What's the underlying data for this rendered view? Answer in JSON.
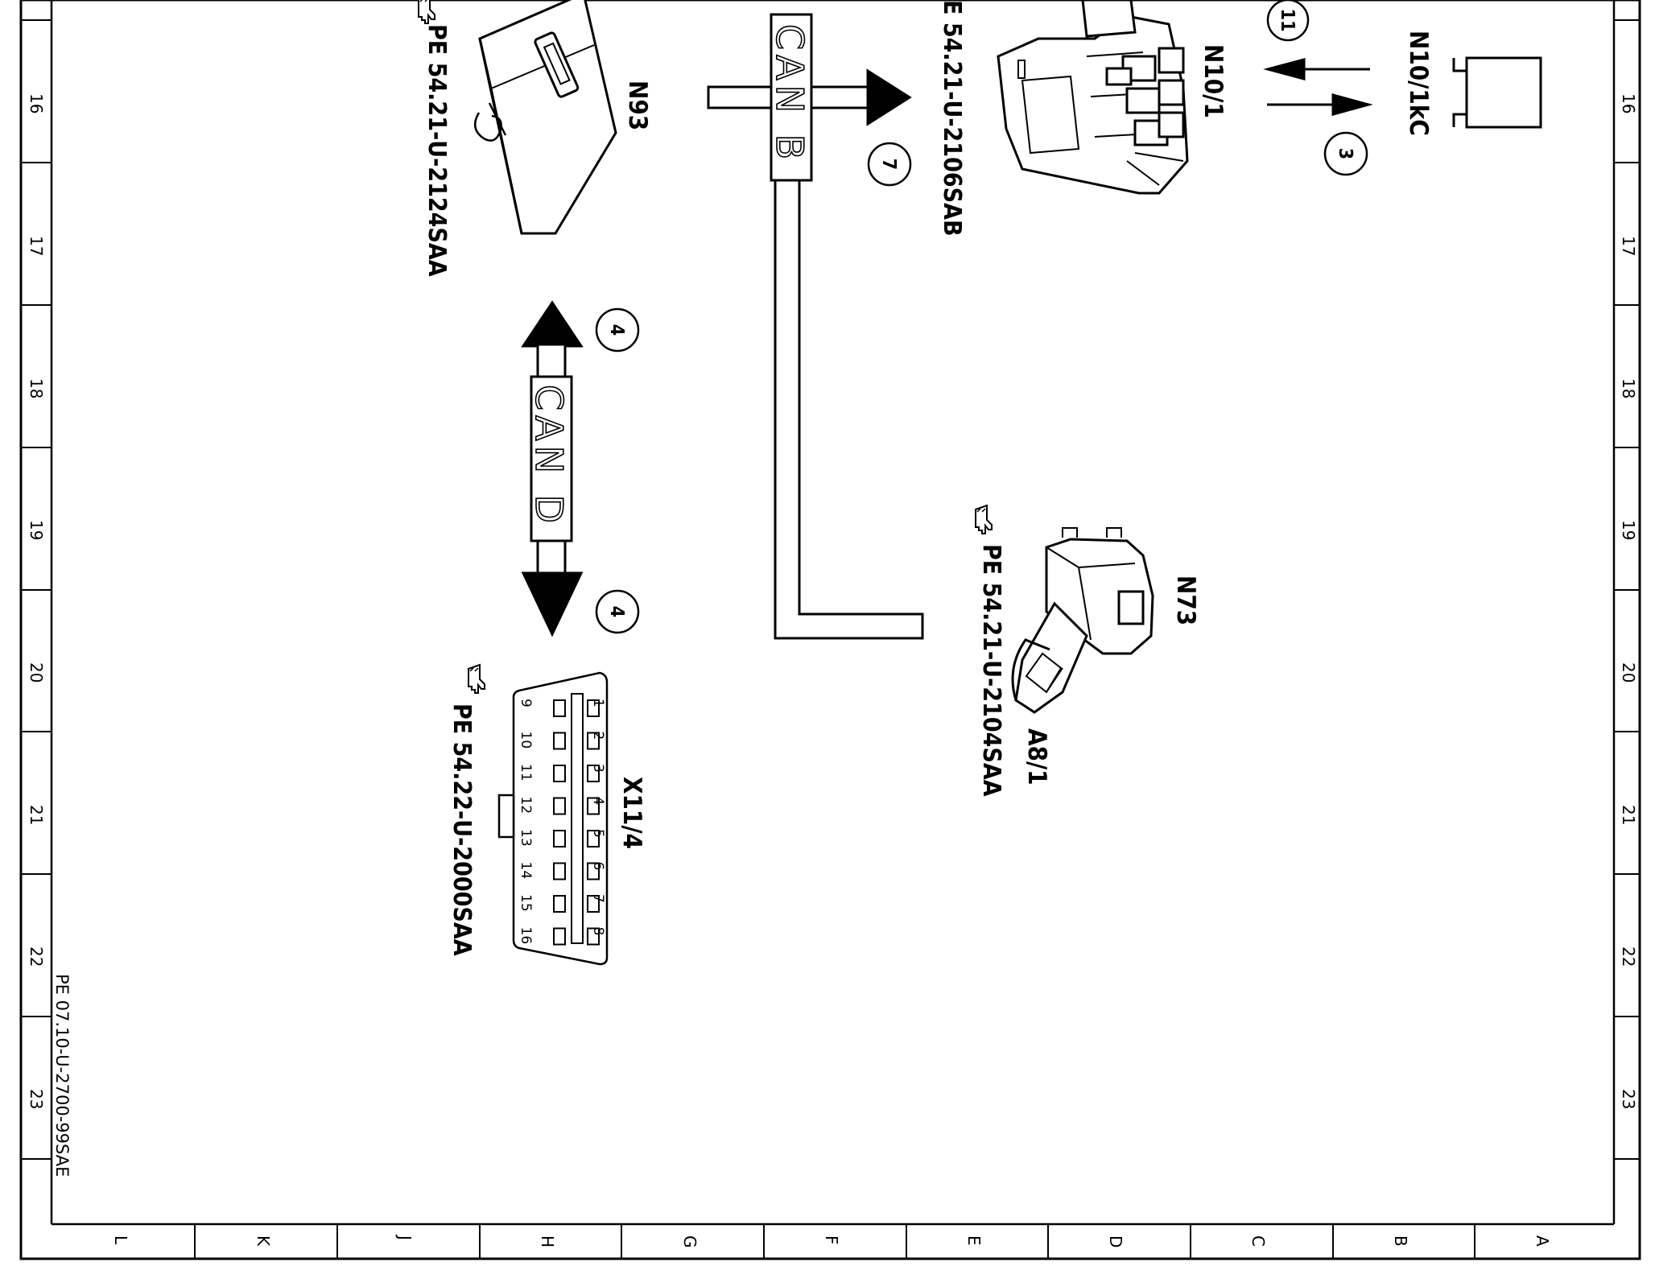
{
  "sheet": {
    "row_numbers": [
      "16",
      "17",
      "18",
      "19",
      "20",
      "21",
      "22",
      "23"
    ],
    "column_letters": [
      "L",
      "K",
      "J",
      "H",
      "G",
      "F",
      "E",
      "D",
      "C",
      "B",
      "A"
    ],
    "drawing_number": "PE 07.10-U-2700-99SAE"
  },
  "components": {
    "n93": {
      "label": "N93",
      "ref": "PE 54.21-U-2124SAA"
    },
    "n10_1": {
      "label": "N10/1",
      "ref": "E 54.21-U-2106SAB"
    },
    "n10_1kc": {
      "label": "N10/1kC"
    },
    "n73": {
      "label": "N73",
      "ref": "PE 54.21-U-2104SAA"
    },
    "a8_1": {
      "label": "A8/1"
    },
    "x11_4": {
      "label": "X11/4",
      "ref": "PE 54.22-U-2000SAA",
      "pins_top": [
        "1",
        "2",
        "3",
        "4",
        "5",
        "6",
        "7",
        "8"
      ],
      "pins_bottom": [
        "9",
        "10",
        "11",
        "12",
        "13",
        "14",
        "15",
        "16"
      ]
    }
  },
  "buses": {
    "can_b": {
      "label": "CAN B"
    },
    "can_d": {
      "label": "CAN D"
    }
  },
  "markers": {
    "m11": "11",
    "m3": "3",
    "m7": "7",
    "m4_top": "4",
    "m4_bottom": "4"
  },
  "icons": [
    "hand-pointer-icon"
  ]
}
